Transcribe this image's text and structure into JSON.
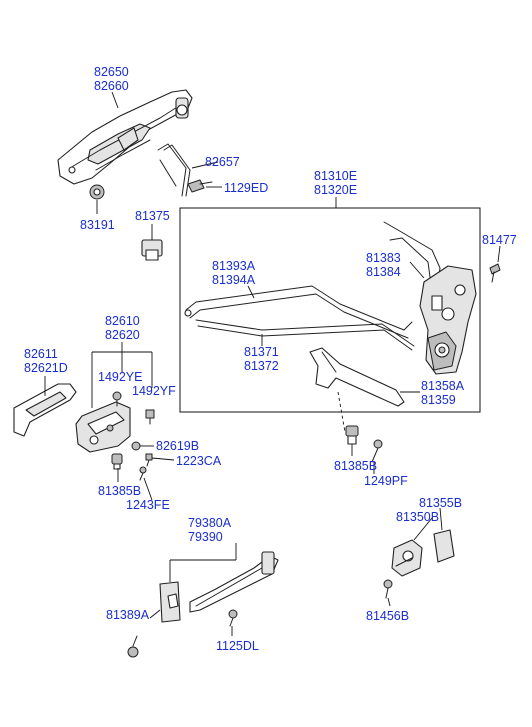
{
  "labels": {
    "p82650": "82650",
    "p82660": "82660",
    "p82657": "82657",
    "p1129ED": "1129ED",
    "p83191": "83191",
    "p81375": "81375",
    "p81310E": "81310E",
    "p81320E": "81320E",
    "p81477": "81477",
    "p81393A": "81393A",
    "p81394A": "81394A",
    "p81383": "81383",
    "p81384": "81384",
    "p82610": "82610",
    "p82620": "82620",
    "p82611": "82611",
    "p82621D": "82621D",
    "p1492YE": "1492YE",
    "p1492YF": "1492YF",
    "p81371": "81371",
    "p81372": "81372",
    "p81358A": "81358A",
    "p81359": "81359",
    "p82619B": "82619B",
    "p1223CA": "1223CA",
    "p81385B_a": "81385B",
    "p1243FE": "1243FE",
    "p81385B_b": "81385B",
    "p1249PF": "1249PF",
    "p81355B": "81355B",
    "p81350B": "81350B",
    "p79380A": "79380A",
    "p79390": "79390",
    "p81456B": "81456B",
    "p81389A": "81389A",
    "p1125DL": "1125DL"
  }
}
